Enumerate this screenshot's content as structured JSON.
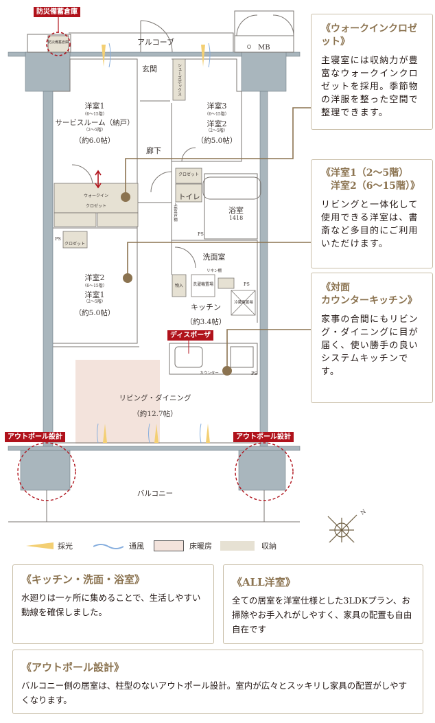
{
  "plan": {
    "storage_tag": "防災備蓄倉庫",
    "storage_inner": "防災備蓄倉庫",
    "alcove": "アルコーブ",
    "mb": "MB",
    "entrance": "玄関",
    "shoe_box": "シューズボックス",
    "hallway": "廊下",
    "room_nw": {
      "name1": "洋室1",
      "floors1": "（6〜15階）",
      "name2": "サービスルーム（納戸）",
      "floors2": "（2〜5階）",
      "size": "（約6.0帖）"
    },
    "room_ne": {
      "name1": "洋室3",
      "floors1": "（6〜15階）",
      "name2": "洋室2",
      "floors2": "（2〜5階）",
      "size": "（約5.0帖）"
    },
    "room_w": {
      "name1": "洋室2",
      "floors1": "（6〜15階）",
      "name2": "洋室1",
      "floors2": "（2〜5階）",
      "size": "（約5.0帖）"
    },
    "wic_1": "ウォークイン",
    "wic_2": "クロゼット",
    "closet": "クロゼット",
    "toilet": "トイレ",
    "toilet_shelf": "上部吊戸棚",
    "bath": "浴室",
    "bath_size": "1418",
    "washroom": "洗面室",
    "linen": "リネン棚",
    "storage": "物入",
    "washer": "洗濯機置場",
    "fridge": "冷蔵庫置場",
    "kitchen": "キッチン",
    "kitchen_size": "（約3.4帖）",
    "disposer_tag": "ディスポーザ",
    "counter": "カウンター",
    "ps": "PS",
    "living": "リビング・ダイニング",
    "living_size": "（約12.7帖）",
    "outpole_tag": "アウトポール設計",
    "balcony": "バルコニー",
    "north": "N"
  },
  "legend": {
    "light": "採光",
    "wind": "通風",
    "floor_heating": "床暖房",
    "storage": "収納"
  },
  "colors": {
    "accent": "#8b7350",
    "red": "#b0121b",
    "wall": "#a9b6bd",
    "heating": "#f3e3dc",
    "storage": "#e6e1d3"
  },
  "callouts": [
    {
      "title": "《ウォークインクロゼット》",
      "body": "主寝室には収納力が豊富なウォークインクロゼットを採用。季節物の洋服を整った空間で整理できます。"
    },
    {
      "title": "《洋室1（2〜5階）\n　洋室2（6〜15階）》",
      "body": "リビングと一体化して使用できる洋室は、書斎など多目的にご利用いただけます。"
    },
    {
      "title": "《対面\nカウンターキッチン》",
      "body": "家事の合間にもリビング・ダイニングに目が届く、使い勝手の良いシステムキッチンです。"
    }
  ],
  "features": [
    {
      "title": "《キッチン・洗面・浴室》",
      "body": "水廻りは一ヶ所に集めることで、生活しやすい動線を確保しました。"
    },
    {
      "title": "《ALL洋室》",
      "body": "全ての居室を洋室仕様とした3LDKプラン、お掃除やお手入れがしやすく、家具の配置も自由自在です"
    },
    {
      "title": "《アウトポール設計》",
      "body": "バルコニー側の居室は、柱型のないアウトポール設計。室内が広々とスッキリし家具の配置がしやすくなります。"
    }
  ]
}
